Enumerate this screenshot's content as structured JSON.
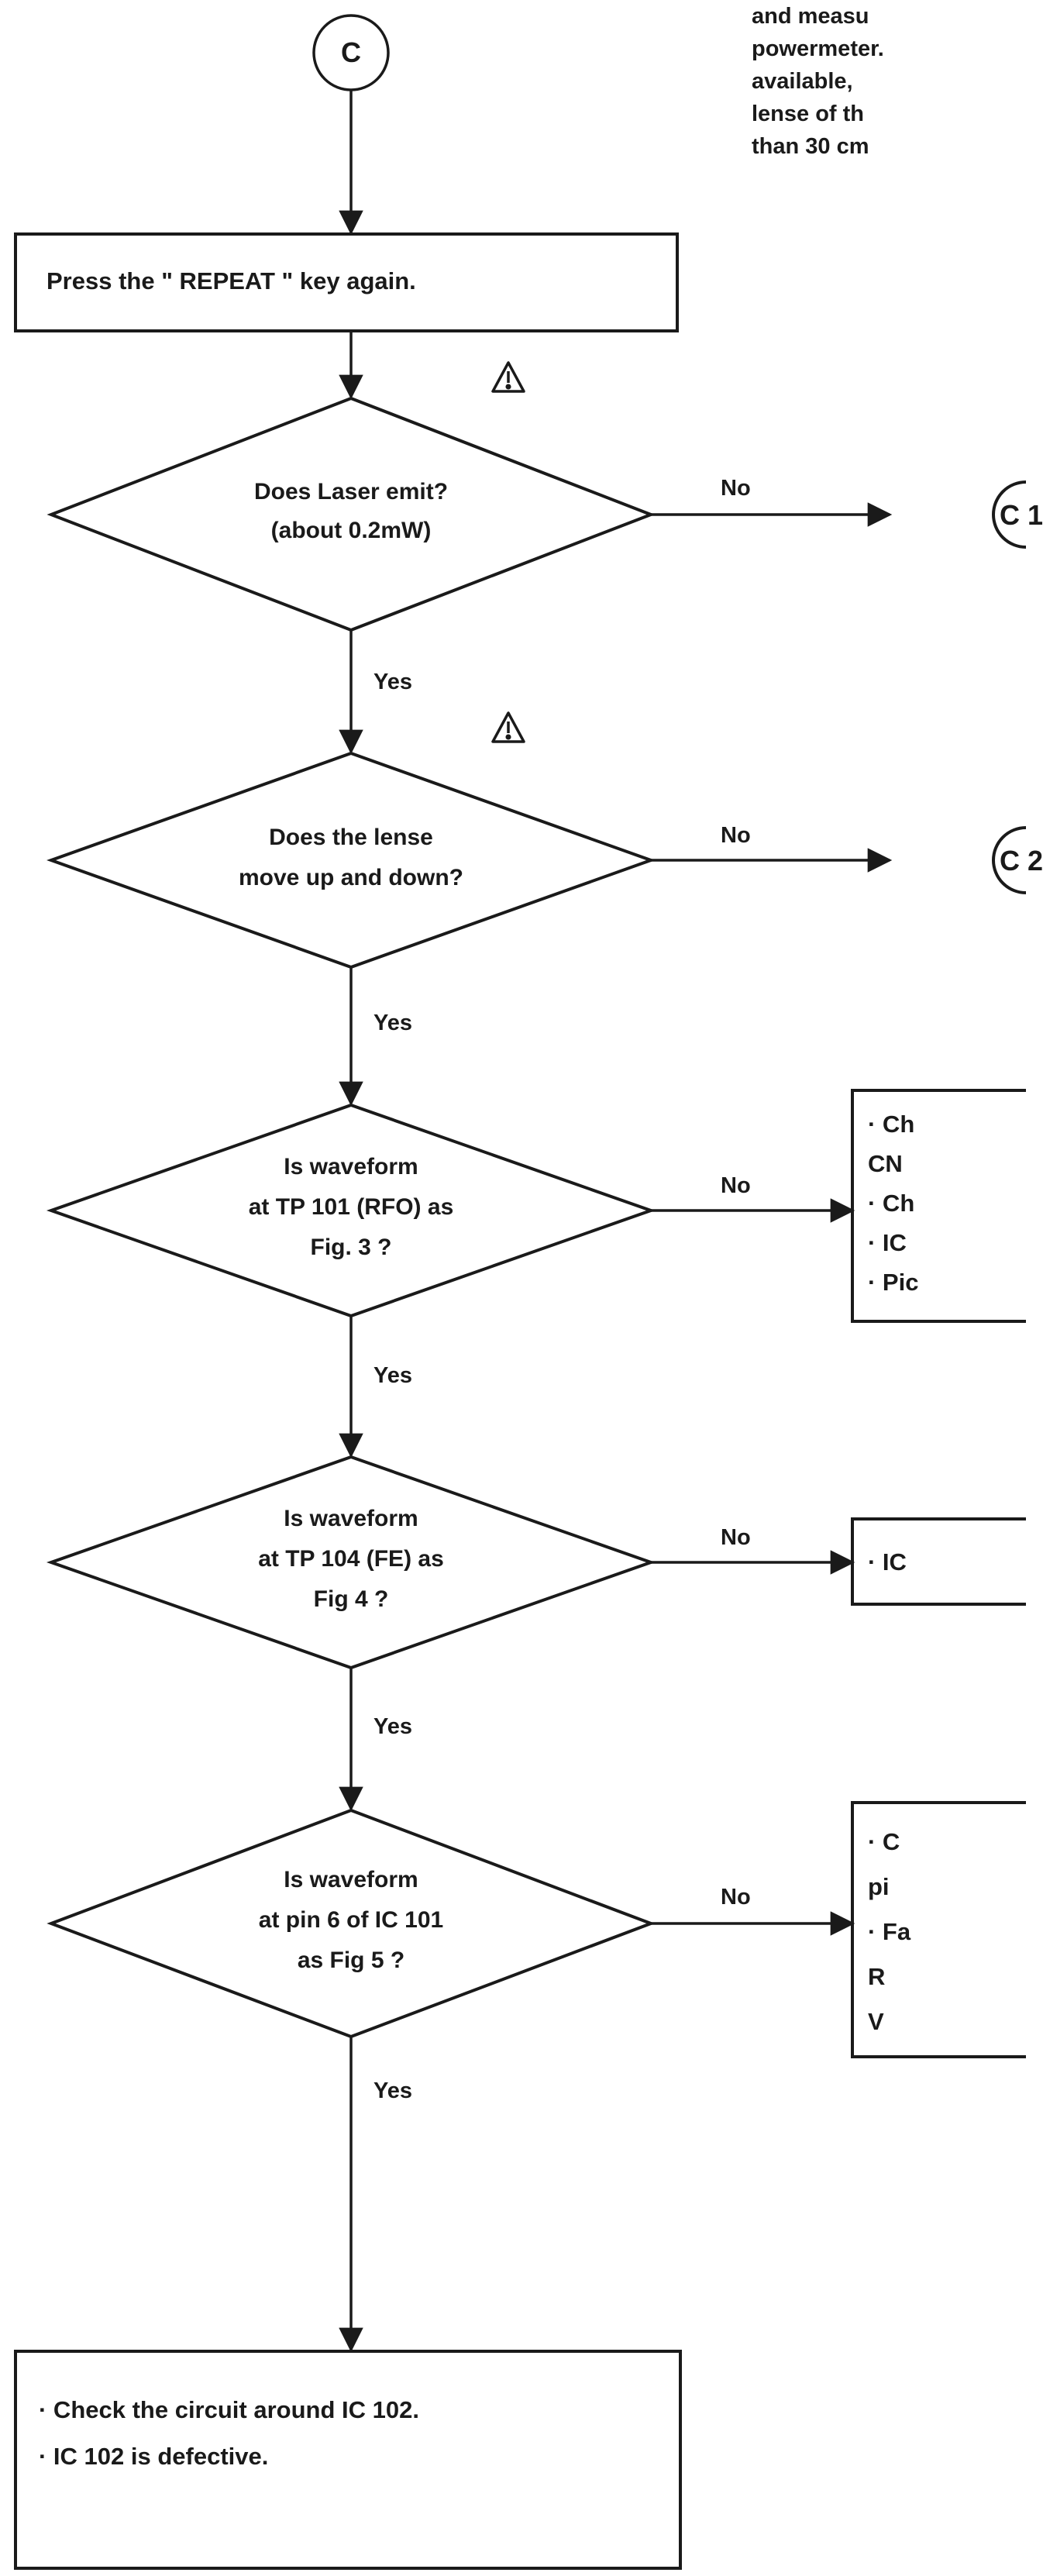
{
  "note": {
    "lines": [
      "and  measu",
      "powermeter.",
      "available,",
      "lense  of  th",
      "than  30  cm"
    ]
  },
  "connectors": {
    "start": "C",
    "c1": "C 1",
    "c2": "C 2"
  },
  "steps": {
    "press_repeat": "Press  the  \"  REPEAT  \"  key   again."
  },
  "decisions": [
    {
      "lines": [
        "Does  Laser  emit?",
        "(about  0.2mW)"
      ],
      "warning": true,
      "no": "No",
      "yes": "Yes"
    },
    {
      "lines": [
        "Does  the  lense",
        "move  up  and  down?"
      ],
      "warning": true,
      "no": "No",
      "yes": "Yes"
    },
    {
      "lines": [
        "Is  waveform",
        "at  TP 101  (RFO)  as",
        "Fig.  3 ?"
      ],
      "warning": false,
      "no": "No",
      "yes": "Yes"
    },
    {
      "lines": [
        "Is  waveform",
        "at  TP 104  (FE)  as",
        "Fig  4 ?"
      ],
      "warning": false,
      "no": "No",
      "yes": "Yes"
    },
    {
      "lines": [
        "Is  waveform",
        "at  pin  6  of  IC 101",
        "as  Fig  5 ?"
      ],
      "warning": false,
      "no": "No",
      "yes": "Yes"
    }
  ],
  "side_boxes": [
    {
      "lines": [
        "· Ch",
        "  CN",
        "· Ch",
        "· IC",
        "· Pic"
      ]
    },
    {
      "lines": [
        "· IC"
      ]
    },
    {
      "lines": [
        "· C",
        "  pi",
        "· Fa",
        "  R",
        "  V"
      ]
    }
  ],
  "final_box": {
    "lines": [
      "· Check  the  circuit  around   IC 102.",
      "· IC 102  is  defective."
    ]
  }
}
